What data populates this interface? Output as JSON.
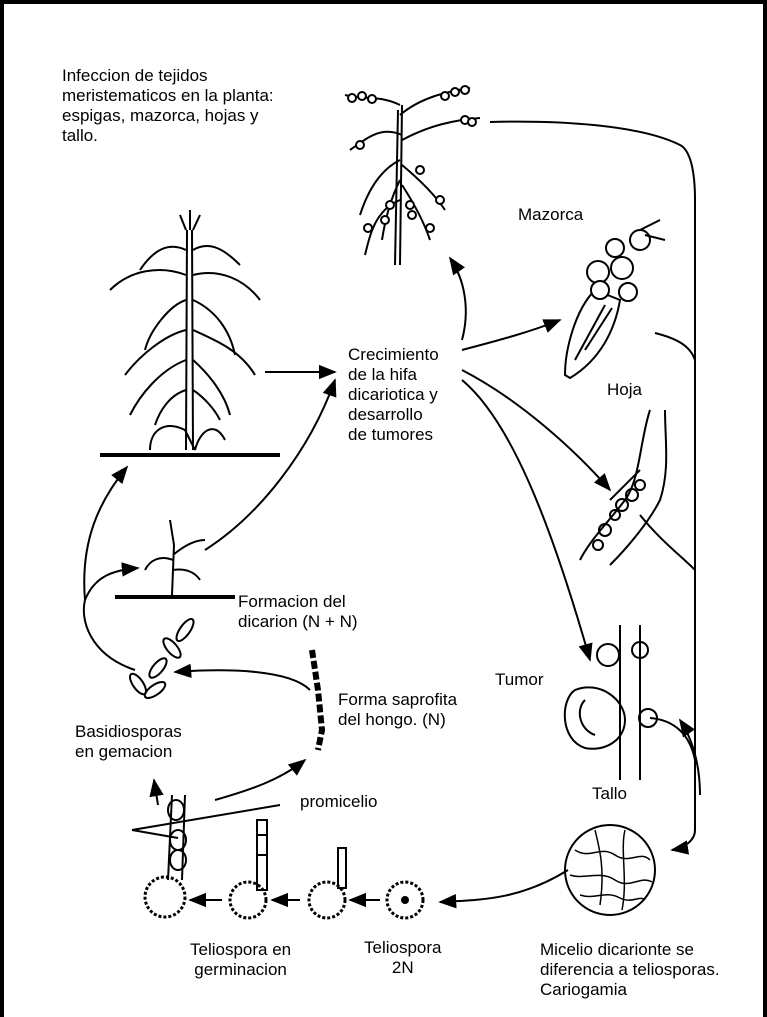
{
  "labels": {
    "infection": "Infeccion de tejidos\nmeristematicos en la planta:\nespigas, mazorca, hojas y\ntallo.",
    "mazorca": "Mazorca",
    "hoja": "Hoja",
    "crecimiento": "Crecimiento\nde  la hifa\ndicariotica y\ndesarrollo\nde tumores",
    "formacion": "Formacion del\ndicarion (N + N)",
    "tumor": "Tumor",
    "forma": "Forma saprofita\ndel hongo. (N)",
    "basidiosporas": "Basidiosporas\nen gemacion",
    "tallo": "Tallo",
    "promicelio": "promicelio",
    "teliospora_germ": "Teliospora en\ngerminacion",
    "teliospora_2n": "Teliospora\n2N",
    "micelio": "Micelio dicarionte se\ndiferencia a teliosporas.\nCariogamia"
  }
}
